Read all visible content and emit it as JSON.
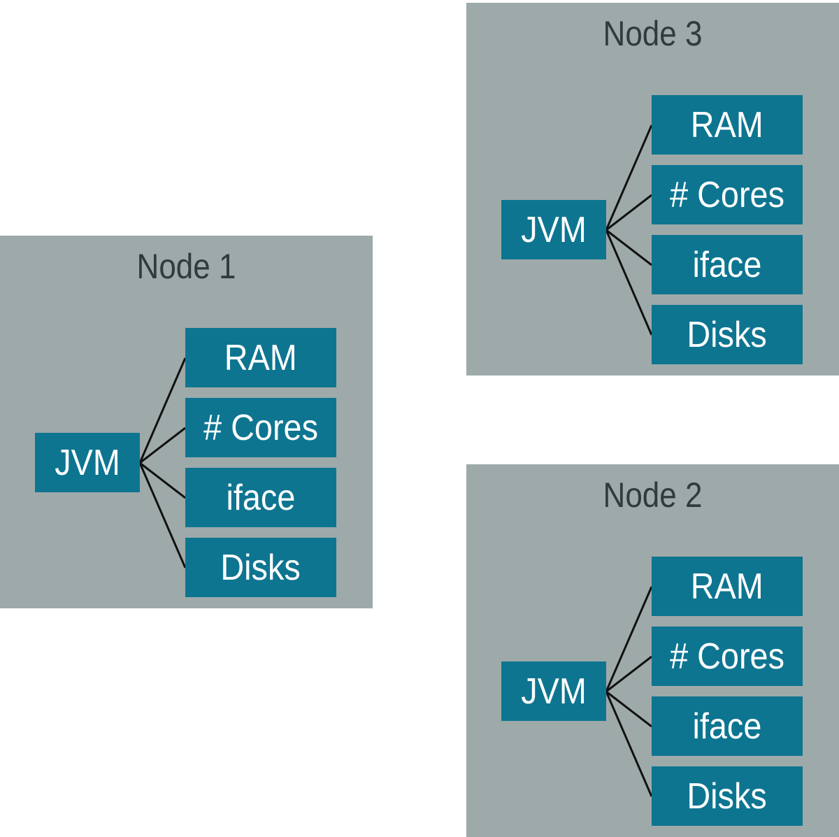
{
  "nodes": [
    {
      "id": "node-1",
      "title": "Node 1",
      "jvm": "JVM",
      "resources": [
        "RAM",
        "# Cores",
        "iface",
        "Disks"
      ]
    },
    {
      "id": "node-3",
      "title": "Node 3",
      "jvm": "JVM",
      "resources": [
        "RAM",
        "# Cores",
        "iface",
        "Disks"
      ]
    },
    {
      "id": "node-2",
      "title": "Node 2",
      "jvm": "JVM",
      "resources": [
        "RAM",
        "# Cores",
        "iface",
        "Disks"
      ]
    }
  ],
  "colors": {
    "node_background": "#9eaaa9",
    "box_fill": "#0e7591",
    "box_text": "#ffffff",
    "title_text": "#2e3c3e",
    "connector": "#111111"
  }
}
